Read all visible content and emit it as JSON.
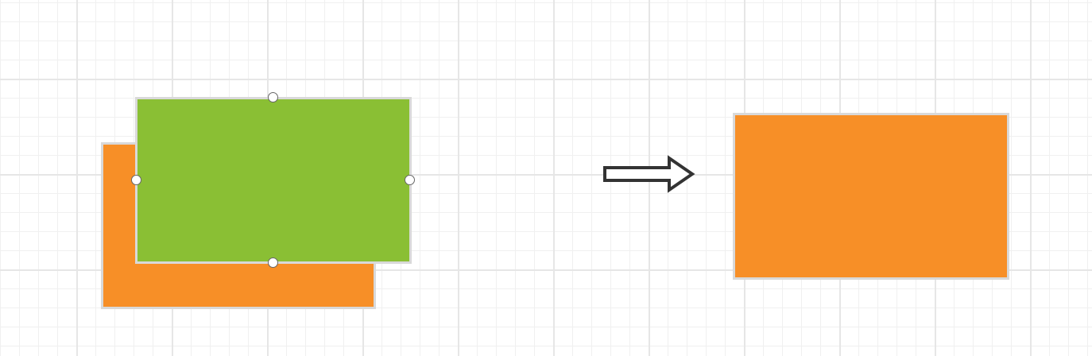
{
  "diagram": {
    "colors": {
      "back_shape_fill": "#f78f27",
      "front_shape_fill": "#8abf34",
      "result_shape_fill": "#f78f27",
      "shape_border": "#d9d9d9",
      "arrow_stroke": "#333333",
      "handle_border": "#666666"
    },
    "source_group": {
      "shapes": [
        {
          "name": "rectangle",
          "fill": "orange",
          "layer": "back"
        },
        {
          "name": "rectangle",
          "fill": "green",
          "layer": "front",
          "selected": true
        }
      ]
    },
    "transition": {
      "icon": "right-arrow-icon"
    },
    "result_group": {
      "shapes": [
        {
          "name": "rectangle",
          "fill": "orange"
        }
      ]
    }
  }
}
